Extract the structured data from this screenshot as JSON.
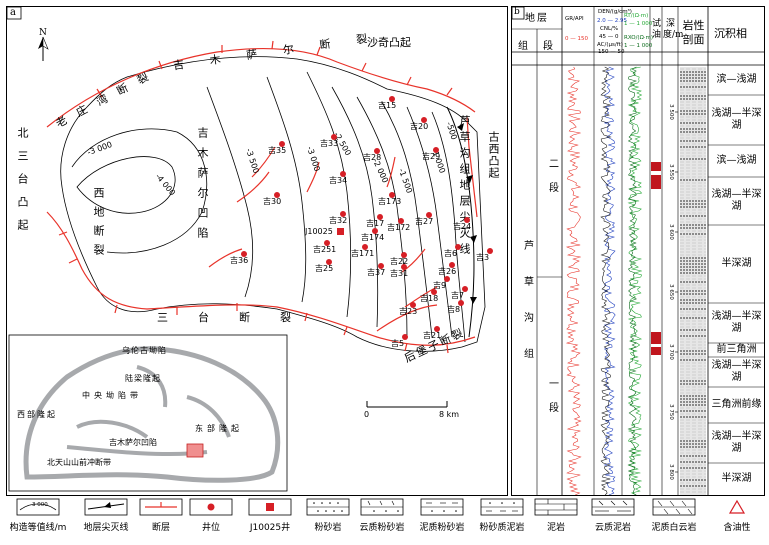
{
  "map": {
    "panel_label": "a",
    "north": "N",
    "region_labels": [
      "沙奇凸起",
      "北三台凸起",
      "吉木萨尔凹陷",
      "古西凸起"
    ],
    "fault_labels": [
      {
        "text": "老庄湾断裂"
      },
      {
        "text": "吉木萨尔断裂"
      },
      {
        "text": "西地断裂"
      },
      {
        "text": "三台断裂"
      },
      {
        "text": "后堡子断裂"
      }
    ],
    "strat_edge_label": "芦草沟组地层尖灭线",
    "contours": [
      "-4 000",
      "-3 000",
      "-3 500",
      "-3 000",
      "-2 500",
      "-2 000",
      "-1 500",
      "-1 000",
      "-500"
    ],
    "wells": [
      {
        "name": "吉15"
      },
      {
        "name": "吉20"
      },
      {
        "name": "吉33"
      },
      {
        "name": "吉35"
      },
      {
        "name": "吉28"
      },
      {
        "name": "吉29"
      },
      {
        "name": "吉34"
      },
      {
        "name": "吉30"
      },
      {
        "name": "吉173"
      },
      {
        "name": "吉27"
      },
      {
        "name": "吉32"
      },
      {
        "name": "吉17"
      },
      {
        "name": "吉172"
      },
      {
        "name": "吉174"
      },
      {
        "name": "吉24"
      },
      {
        "name": "吉251"
      },
      {
        "name": "吉171"
      },
      {
        "name": "吉22"
      },
      {
        "name": "吉6"
      },
      {
        "name": "吉3"
      },
      {
        "name": "吉36"
      },
      {
        "name": "吉25"
      },
      {
        "name": "吉37"
      },
      {
        "name": "吉31"
      },
      {
        "name": "吉26"
      },
      {
        "name": "吉9"
      },
      {
        "name": "吉7"
      },
      {
        "name": "吉18"
      },
      {
        "name": "吉23"
      },
      {
        "name": "吉8"
      },
      {
        "name": "吉21"
      },
      {
        "name": "吉5"
      }
    ],
    "special_well": "J10025",
    "scale": {
      "zero": "0",
      "end": "8 km"
    }
  },
  "inset": {
    "labels": [
      "乌伦古坳陷",
      "陆梁隆起",
      "中央坳陷带",
      "西部隆起",
      "东部隆起",
      "吉木萨尔凹陷",
      "北天山山前冲断带"
    ]
  },
  "column": {
    "panel_label": "b",
    "headers": {
      "stratum": "地层",
      "group": "组",
      "segment": "段",
      "gr": "GR/API",
      "gr_range": "0 — 150",
      "den": "DEN/(g/cm³)",
      "den_range": "2.0 — 2.95",
      "cnl": "CNL/%",
      "cnl_range": "45 — 0",
      "ac": "AC/(μs/ft)",
      "ac_range": "150 — 50",
      "rt": "RT/(Ω·m)",
      "rt_range": "1 — 1 000",
      "rxo": "RXO/(Ω·m)",
      "rxo_range": "1 — 1 000",
      "test_oil": "试油",
      "depth": "深度/m",
      "lithology": "岩性剖面",
      "facies": "沉积相"
    },
    "formation": "芦草沟组",
    "segments": [
      "二段",
      "一段"
    ],
    "depth_ticks": [
      "3 500",
      "3 550",
      "3 600",
      "3 650",
      "3 700",
      "3 750",
      "3 800"
    ],
    "facies": [
      "滨—浅湖",
      "浅湖—半深湖",
      "滨—浅湖",
      "浅湖—半深湖",
      "半深湖",
      "浅湖—半深湖",
      "前三角洲",
      "浅湖—半深湖",
      "三角洲前缘",
      "浅湖—半深湖",
      "半深湖"
    ]
  },
  "legend": [
    {
      "label": "构造等值线/m",
      "sample": "-3 000"
    },
    {
      "label": "地层尖灭线"
    },
    {
      "label": "断层"
    },
    {
      "label": "井位"
    },
    {
      "label": "J10025井"
    },
    {
      "label": "粉砂岩"
    },
    {
      "label": "云质粉砂岩"
    },
    {
      "label": "泥质粉砂岩"
    },
    {
      "label": "粉砂质泥岩"
    },
    {
      "label": "泥岩"
    },
    {
      "label": "云质泥岩"
    },
    {
      "label": "泥质白云岩"
    },
    {
      "label": "含油性"
    }
  ],
  "colors": {
    "fault": "#e8332a",
    "well": "#d61f26",
    "gr": "#e8332a",
    "den": "#1f3fbf",
    "cnl": "#1a1a1a",
    "rt": "#22a833",
    "rxo": "#0a6b1a",
    "inset_gray": "#a7a9ac",
    "inset_box": "#f08f8f"
  }
}
